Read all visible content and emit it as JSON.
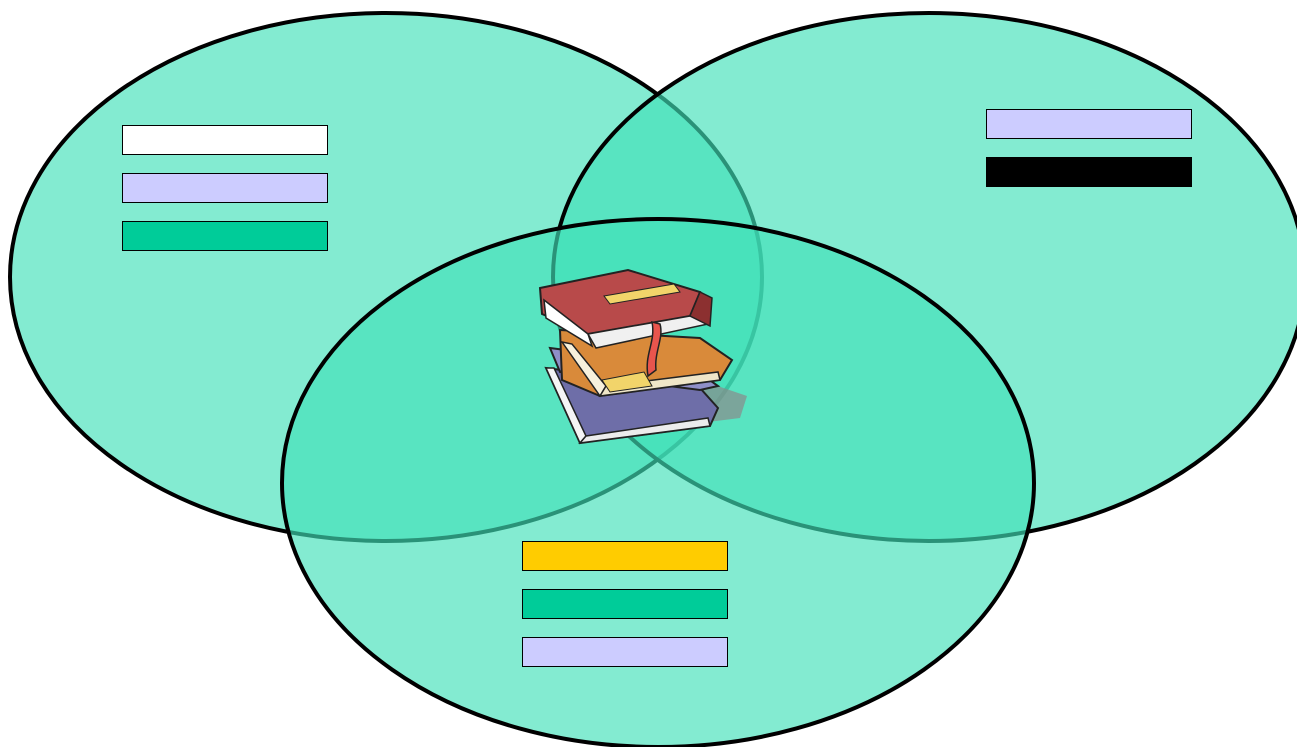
{
  "diagram": {
    "type": "venn",
    "set_count": 3,
    "colors": {
      "circle_fill": "#40e0b8",
      "circle_opacity": 0.65,
      "outline": "#000000",
      "page_background": "#ffffff"
    },
    "sets": [
      {
        "id": "left",
        "box_colors": [
          "#ffffff",
          "#ccccff",
          "#00cc99"
        ]
      },
      {
        "id": "right",
        "box_colors": [
          "#ccccff",
          "#000000"
        ]
      },
      {
        "id": "bottom",
        "box_colors": [
          "#ffcc00",
          "#00cc99",
          "#ccccff"
        ]
      }
    ],
    "center_icon": "stack-of-books-icon"
  }
}
